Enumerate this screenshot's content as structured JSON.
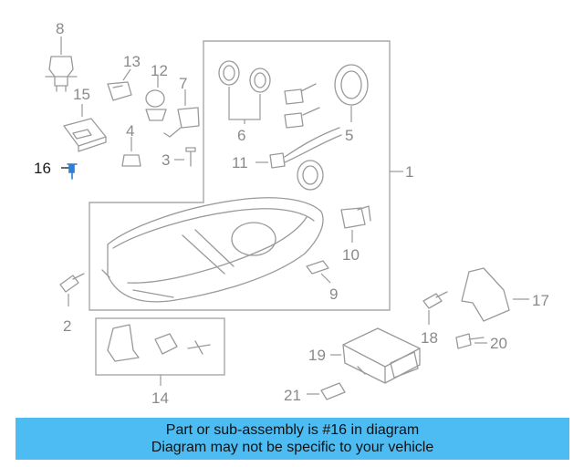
{
  "diagram": {
    "callouts": {
      "c1": "1",
      "c2": "2",
      "c3": "3",
      "c4": "4",
      "c5": "5",
      "c6": "6",
      "c7": "7",
      "c8": "8",
      "c9": "9",
      "c10": "10",
      "c11": "11",
      "c12": "12",
      "c13": "13",
      "c14": "14",
      "c15": "15",
      "c16": "16",
      "c17": "17",
      "c18": "18",
      "c19": "19",
      "c20": "20",
      "c21": "21"
    },
    "highlight_part": "16",
    "colors": {
      "highlight": "#2b7fd6",
      "line": "#9a9a9a",
      "banner": "#4dbcf3"
    }
  },
  "banner": {
    "line1": "Part or sub-assembly is #16 in diagram",
    "line2": "Diagram may not be specific to your vehicle"
  }
}
